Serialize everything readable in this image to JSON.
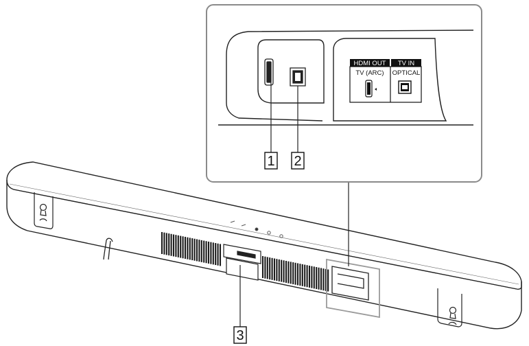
{
  "callouts": [
    {
      "number": "1",
      "target": "hdmi-out-port"
    },
    {
      "number": "2",
      "target": "optical-in-port"
    },
    {
      "number": "3",
      "target": "bottom-label-area"
    }
  ],
  "rear_panel": {
    "hdmi_header": "HDMI OUT",
    "hdmi_sublabel": "TV (ARC)",
    "optical_header": "TV IN",
    "optical_sublabel": "OPTICAL"
  },
  "colors": {
    "line": "#222222",
    "inset_border": "#8a8a8a",
    "panel_header_bg": "#111111",
    "vent": "#1a1a1a"
  }
}
